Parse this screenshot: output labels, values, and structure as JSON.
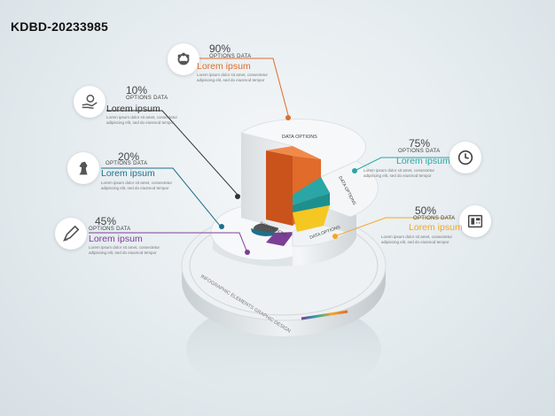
{
  "watermark": "KDBD-20233985",
  "top_label": "DATA OPTIONS",
  "right_label": "DATA OPTIONS",
  "inner_label": "DATA OPTIONS",
  "left_label": "DATA OPTIONS",
  "base_text": "INFOGRAPHIC ELEMENTS GRAPHIC DESIGN",
  "items": [
    {
      "percent": "90%",
      "options": "OPTIONS DATA",
      "title": "Lorem ipsum",
      "desc": [
        "Lorem ipsum dolor sit amet, consectetur",
        "adipiscing elit, sed do eiusmod tempor"
      ],
      "color": "#e06b2a",
      "icon": "team-gear-icon"
    },
    {
      "percent": "10%",
      "options": "OPTIONS DATA",
      "title": "Lorem ipsum",
      "desc": [
        "Lorem ipsum dolor sit amet, consectetur",
        "adipiscing elit, sed do eiusmod tempor"
      ],
      "color": "#333333",
      "icon": "hand-money-icon"
    },
    {
      "percent": "20%",
      "options": "OPTIONS DATA",
      "title": "Lorem ipsum",
      "desc": [
        "Lorem ipsum dolor sit amet, consectetur",
        "adipiscing elit, sed do eiusmod tempor"
      ],
      "color": "#1f6f8b",
      "icon": "chess-knight-icon"
    },
    {
      "percent": "45%",
      "options": "OPTIONS DATA",
      "title": "Lorem ipsum",
      "desc": [
        "Lorem ipsum dolor sit amet, consectetur",
        "adipiscing elit, sed do eiusmod tempor"
      ],
      "color": "#7b3f96",
      "icon": "pen-icon"
    },
    {
      "percent": "75%",
      "options": "OPTIONS DATA",
      "title": "Lorem ipsum",
      "desc": [
        "Lorem ipsum dolor sit amet, consectetur",
        "adipiscing elit, sed do eiusmod tempor"
      ],
      "color": "#2aa6a6",
      "icon": "clock-icon"
    },
    {
      "percent": "50%",
      "options": "OPTIONS DATA",
      "title": "Lorem ipsum",
      "desc": [
        "Lorem ipsum dolor sit amet, consectetur",
        "adipiscing elit, sed do eiusmod tempor"
      ],
      "color": "#f5a623",
      "icon": "phone-icon"
    }
  ]
}
